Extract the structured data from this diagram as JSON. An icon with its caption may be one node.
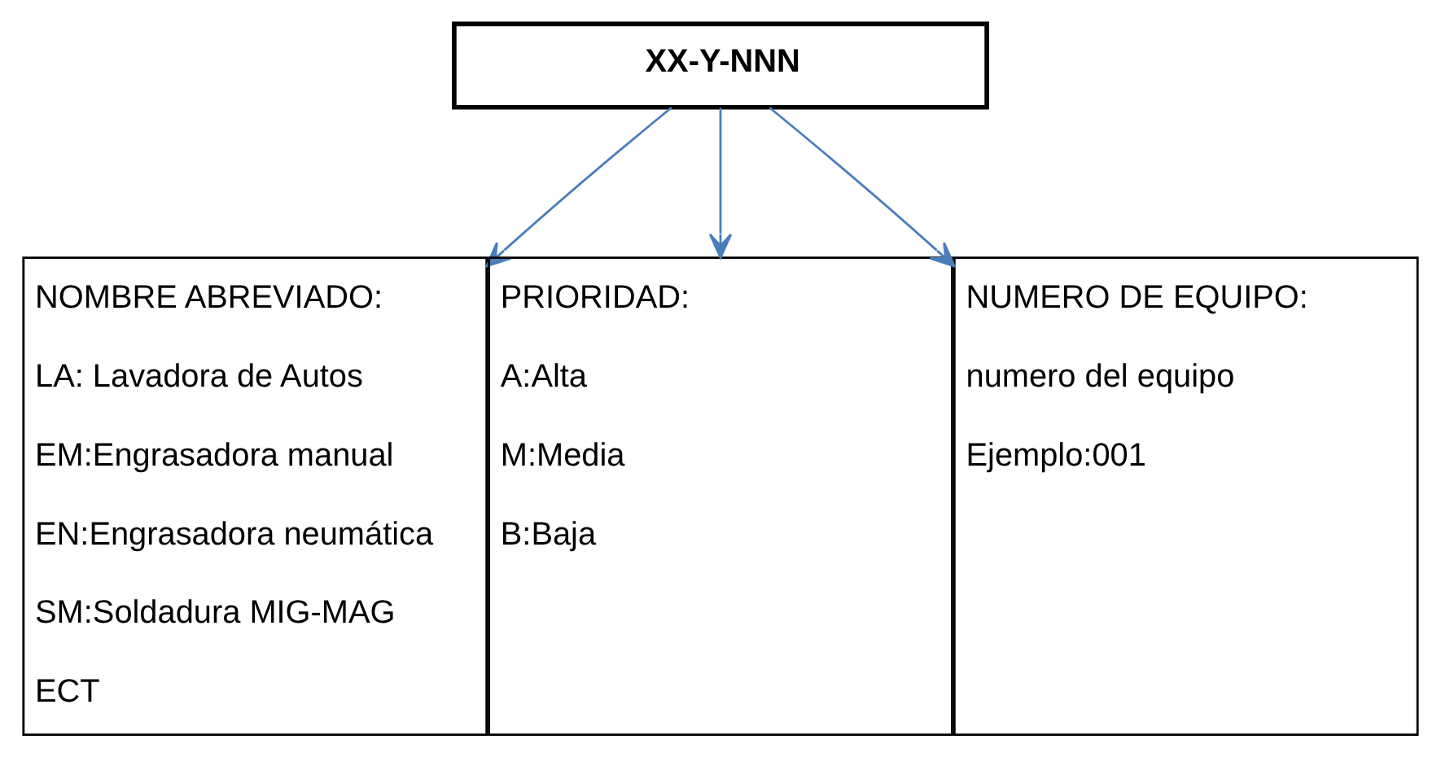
{
  "diagram": {
    "nodes": [
      {
        "text": [
          "XX-Y-NNN"
        ]
      },
      {
        "text": [
          "NOMBRE ABREVIADO:",
          "LA: Lavadora de Autos",
          "EM:Engrasadora manual",
          "EN:Engrasadora neumática",
          "SM:Soldadura MIG-MAG",
          "ECT"
        ]
      },
      {
        "text": [
          "PRIORIDAD:",
          "A:Alta",
          "M:Media",
          "B:Baja"
        ]
      },
      {
        "text": [
          "NUMERO DE EQUIPO:",
          "numero del equipo",
          "Ejemplo:001"
        ]
      }
    ],
    "edges": [
      {
        "from": 0,
        "to": 1,
        "arrow": "to",
        "color": "#4a7ebb"
      },
      {
        "from": 0,
        "to": 2,
        "arrow": "to",
        "color": "#4a7ebb"
      },
      {
        "from": 0,
        "to": 3,
        "arrow": "to",
        "color": "#4a7ebb"
      }
    ]
  }
}
